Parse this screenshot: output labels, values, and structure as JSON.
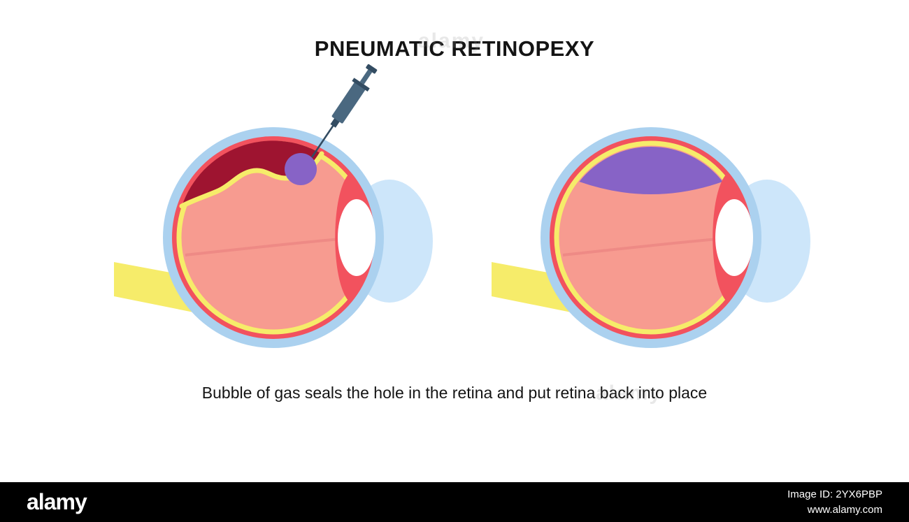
{
  "title": "PNEUMATIC RETINOPEXY",
  "caption": "Bubble of gas seals the hole in the retina and put retina back into place",
  "watermark_text": "alamy",
  "footer": {
    "logo_text": "alamy",
    "image_id_label": "Image ID: 2YX6PBP",
    "website": "www.alamy.com"
  },
  "colors": {
    "sclera_blue": "#abd1ef",
    "cornea_blue": "#cde6fa",
    "choroid_red": "#f2525e",
    "retina_yellow": "#f6ec6a",
    "vitreous_salmon": "#f79b90",
    "detached_blood_red": "#9e1430",
    "gas_bubble_purple": "#8763c6",
    "optic_nerve_yellow": "#f6ec6a",
    "lens_white": "#ffffff",
    "hyaloid_pink": "#ee8a85",
    "syringe_slate": "#4a6880",
    "syringe_dark_slate": "#334c62",
    "footer_black": "#000000",
    "footer_white": "#ffffff"
  }
}
